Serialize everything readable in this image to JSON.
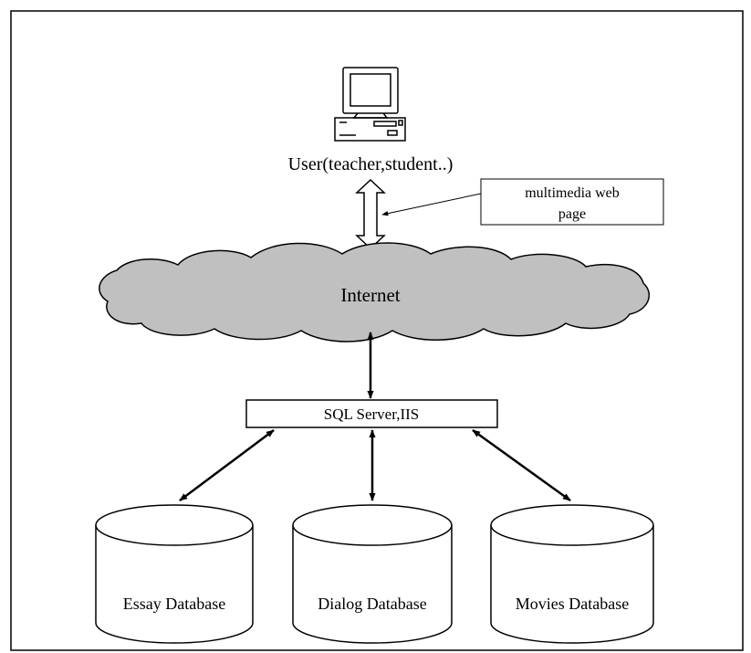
{
  "user": {
    "label": "User(teacher,student..)"
  },
  "callout": {
    "line1": "multimedia web",
    "line2": "page"
  },
  "cloud": {
    "label": "Internet",
    "fill": "#c0c0c0"
  },
  "server": {
    "label": "SQL Server,IIS"
  },
  "databases": [
    {
      "label": "Essay Database"
    },
    {
      "label": "Dialog Database"
    },
    {
      "label": "Movies Database"
    }
  ]
}
